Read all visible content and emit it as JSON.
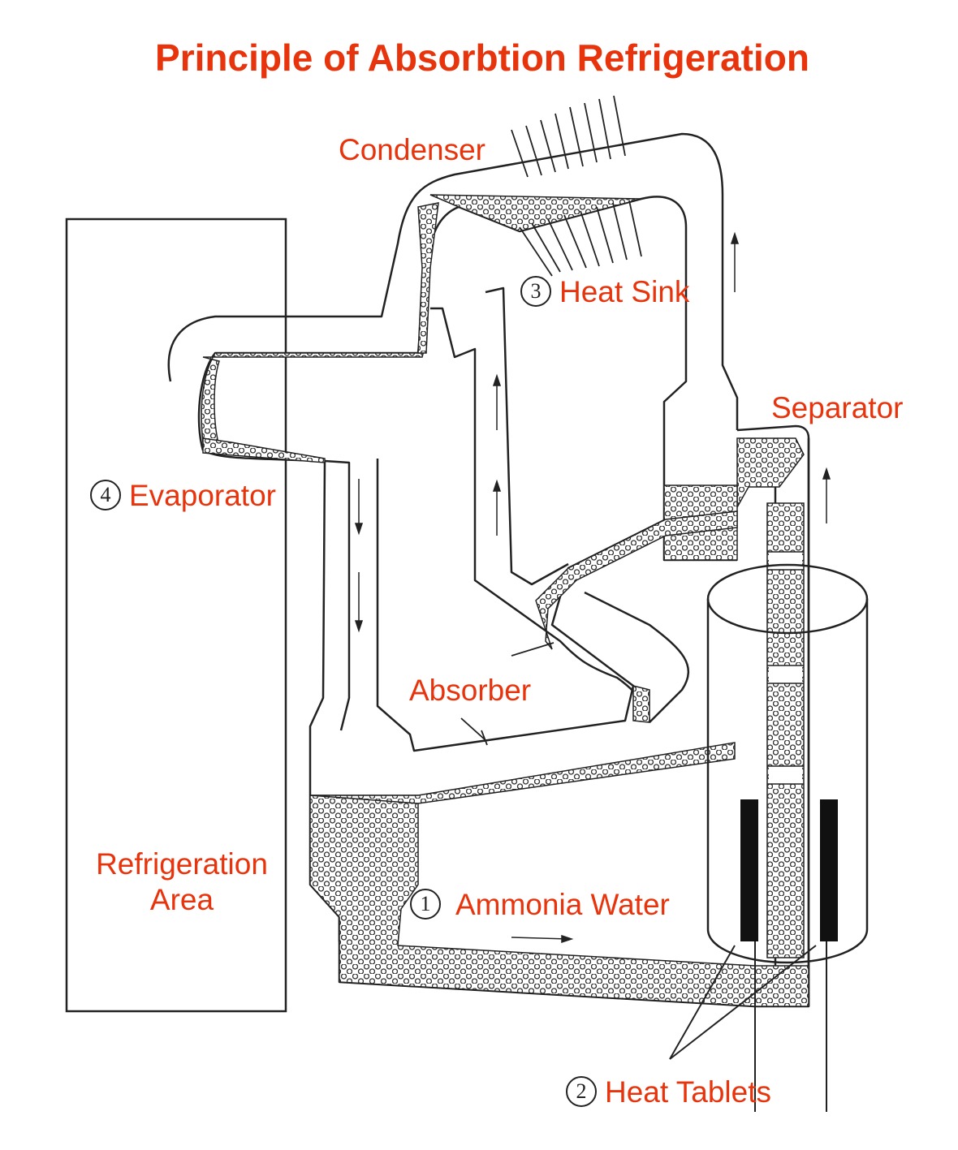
{
  "title": "Principle of Absorbtion Refrigeration",
  "colors": {
    "label": "#e8340c",
    "line": "#222222",
    "background": "#ffffff"
  },
  "labels": {
    "condenser": "Condenser",
    "heat_sink_num": "3",
    "heat_sink": "Heat Sink",
    "separator": "Separator",
    "evaporator_num": "4",
    "evaporator": "Evaporator",
    "absorber": "Absorber",
    "area_line1": "Refrigeration",
    "area_line2": "Area",
    "ammonia_num": "1",
    "ammonia": "Ammonia Water",
    "tablets_num": "2",
    "tablets": "Heat Tablets"
  }
}
